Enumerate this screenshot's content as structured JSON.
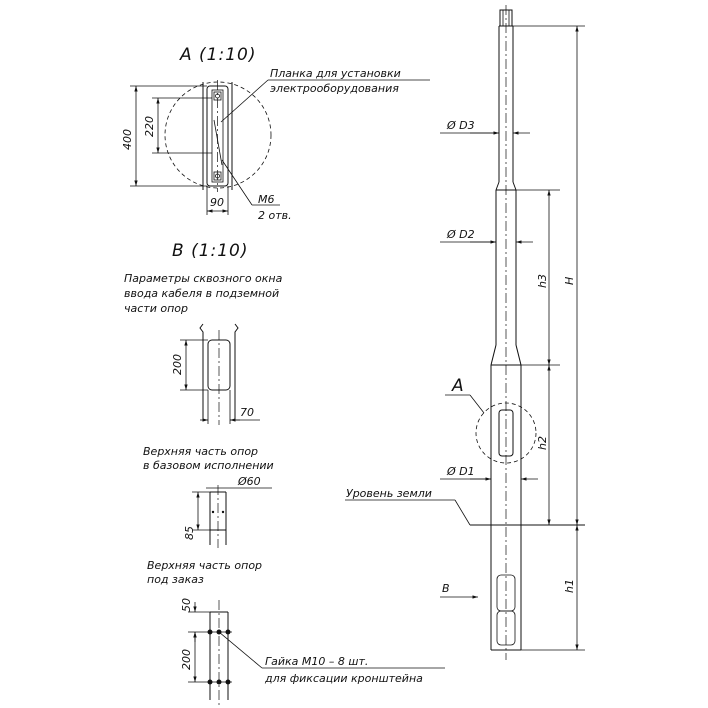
{
  "views": {
    "a_title": "A (1:10)",
    "b_title": "B (1:10)"
  },
  "detail_a": {
    "plate_label_1": "Планка для установки",
    "plate_label_2": "электрооборудования",
    "dim_400": "400",
    "dim_220": "220",
    "dim_90": "90",
    "bolt_label_1": "М6",
    "bolt_label_2": "2 отв."
  },
  "detail_b": {
    "note_1": "Параметры сквозного окна",
    "note_2": "ввода кабеля в подземной",
    "note_3": "части опор",
    "dim_200": "200",
    "dim_70": "70"
  },
  "top_basic": {
    "note_1": "Верхняя часть опор",
    "note_2": "в базовом исполнении",
    "dim_d60": "Ø60",
    "dim_85": "85"
  },
  "top_custom": {
    "note_1": "Верхняя часть опор",
    "note_2": "под заказ",
    "dim_50": "50",
    "dim_200": "200",
    "nut_label_1": "Гайка М10 – 8 шт.",
    "nut_label_2": "для фиксации кронштейна"
  },
  "pole": {
    "d3": "Ø D3",
    "d2": "Ø D2",
    "d1": "Ø D1",
    "view_a": "A",
    "ground": "Уровень земли",
    "h3": "h3",
    "h2": "h2",
    "h1": "h1",
    "H": "H",
    "view_b": "B"
  }
}
